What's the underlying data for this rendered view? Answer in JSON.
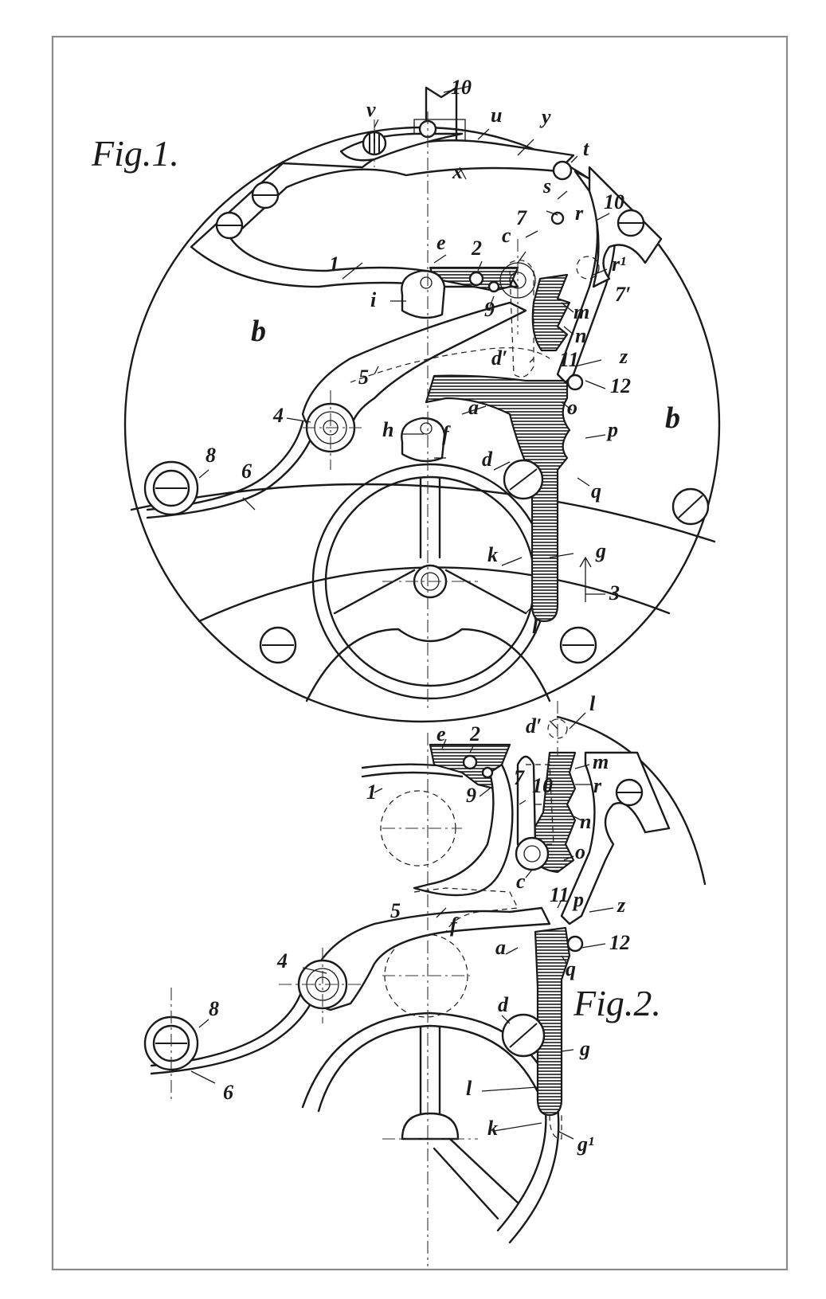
{
  "figure_titles": {
    "fig1": "Fig.1.",
    "fig2": "Fig.2."
  },
  "fig1_labels": {
    "ten_top": "10",
    "v": "v",
    "u": "u",
    "y": "y",
    "t": "t",
    "x": "x",
    "s": "s",
    "r": "r",
    "ten_right": "10",
    "seven": "7",
    "e": "e",
    "two": "2",
    "c": "c",
    "r1": "r¹",
    "one": "1",
    "seven_prime": "7′",
    "i": "i",
    "nine": "9",
    "m": "m",
    "b_left": "b",
    "n": "n",
    "d_prime": "d′",
    "eleven": "11",
    "z": "z",
    "twelve": "12",
    "five": "5",
    "o": "o",
    "four": "4",
    "h": "h",
    "a": "a",
    "p": "p",
    "b_right": "b",
    "f": "f",
    "d": "d",
    "q": "q",
    "eight": "8",
    "six": "6",
    "k": "k",
    "g": "g",
    "three": "3",
    "l": "l"
  },
  "fig2_labels": {
    "d_prime": "d′",
    "l_top": "l",
    "e": "e",
    "two": "2",
    "m": "m",
    "r": "r",
    "one": "1",
    "nine": "9",
    "seven": "7",
    "ten": "10",
    "n": "n",
    "c": "c",
    "o": "o",
    "eleven": "11",
    "p": "p",
    "z": "z",
    "five": "5",
    "f": "f",
    "a": "a",
    "twelve": "12",
    "q": "q",
    "four": "4",
    "d": "d",
    "eight": "8",
    "g": "g",
    "l_low": "l",
    "six": "6",
    "k": "k",
    "g1": "g¹"
  }
}
